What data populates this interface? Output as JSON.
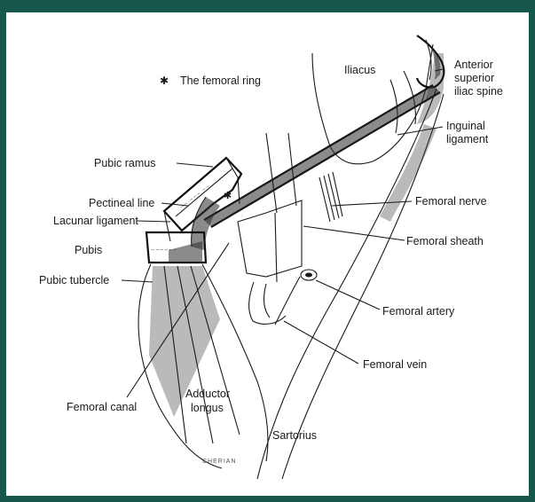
{
  "labels": {
    "femoral_ring_key": "The femoral ring",
    "iliacus": "Iliacus",
    "asis_line1": "Anterior",
    "asis_line2": "superior",
    "asis_line3": "iliac spine",
    "inguinal_line1": "Inguinal",
    "inguinal_line2": "ligament",
    "pubic_ramus": "Pubic ramus",
    "pectineal_line": "Pectineal line",
    "lacunar_ligament": "Lacunar ligament",
    "pubis": "Pubis",
    "pubic_tubercle": "Pubic tubercle",
    "femoral_nerve": "Femoral nerve",
    "femoral_sheath": "Femoral sheath",
    "femoral_artery": "Femoral artery",
    "femoral_vein": "Femoral vein",
    "femoral_canal": "Femoral canal",
    "adductor_line1": "Adductor",
    "adductor_line2": "longus",
    "sartorius": "Sartorius"
  },
  "signature": "CHERIAN",
  "symbols": {
    "ring_marker": "star-icon"
  },
  "colors": {
    "frame": "#15574a",
    "ink": "#1a1a1a"
  }
}
